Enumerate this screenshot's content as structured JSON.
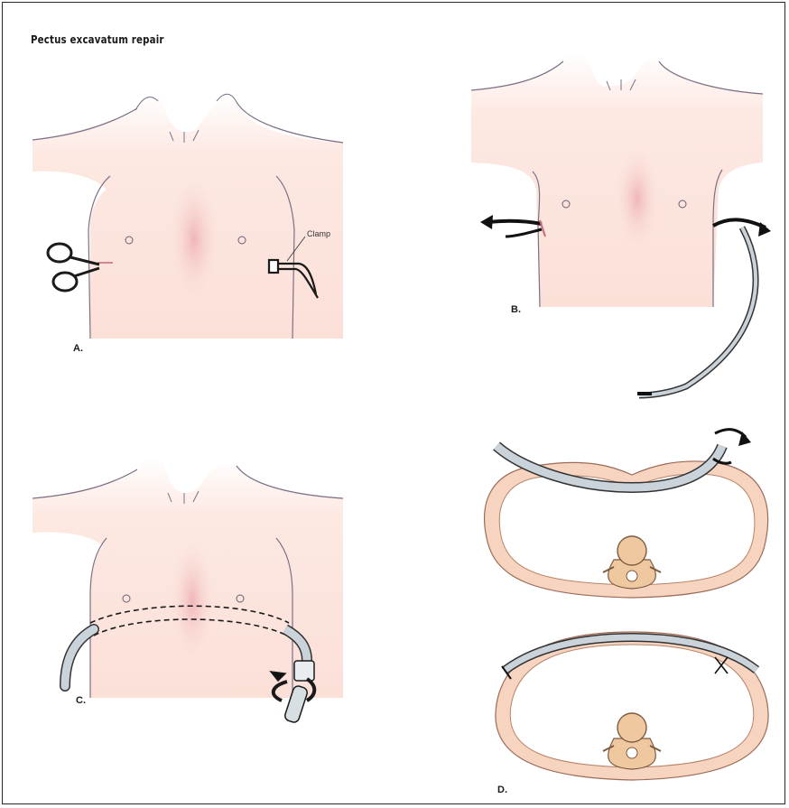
{
  "title": "Pectus excavatum repair",
  "labels": {
    "a": "A.",
    "b": "B.",
    "c": "C.",
    "d": "D.",
    "clamp": "Clamp"
  },
  "colors": {
    "skin": "#fbe3dc",
    "skin_center": "#f2b8b8",
    "outline": "#7d6f86",
    "bone": "#f1c9a8",
    "bar": "#c9d3d9",
    "frame": "#2a2a2a"
  }
}
